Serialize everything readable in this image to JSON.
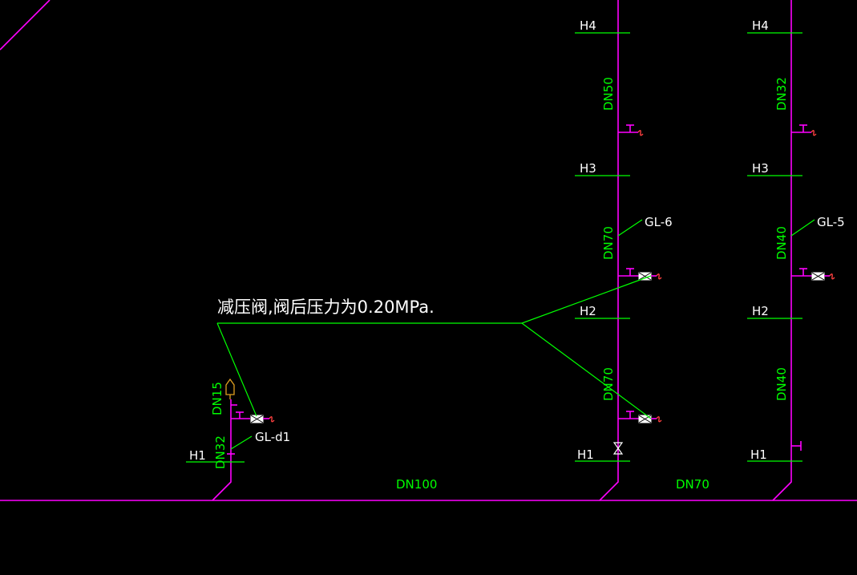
{
  "levels": {
    "left": [
      "H1"
    ],
    "mid": [
      "H4",
      "H3",
      "H2",
      "H1"
    ],
    "right": [
      "H4",
      "H3",
      "H2",
      "H1"
    ]
  },
  "risers": {
    "left": {
      "name": "GL-d1",
      "sizes": [
        "DN15",
        "DN32"
      ]
    },
    "mid": {
      "name": "GL-6",
      "sizes": [
        "DN50",
        "DN70",
        "DN70"
      ]
    },
    "right": {
      "name": "GL-5",
      "sizes": [
        "DN32",
        "DN40",
        "DN40"
      ]
    }
  },
  "main_pipe": {
    "sizes": [
      "DN100",
      "DN70"
    ]
  },
  "annotation": "减压阀,阀后压力为0.20MPa.",
  "colors": {
    "background": "#000000",
    "pipe": "#ff00ff",
    "leader": "#00ff00",
    "level_text": "#ffffff",
    "size_text": "#00ff00"
  }
}
